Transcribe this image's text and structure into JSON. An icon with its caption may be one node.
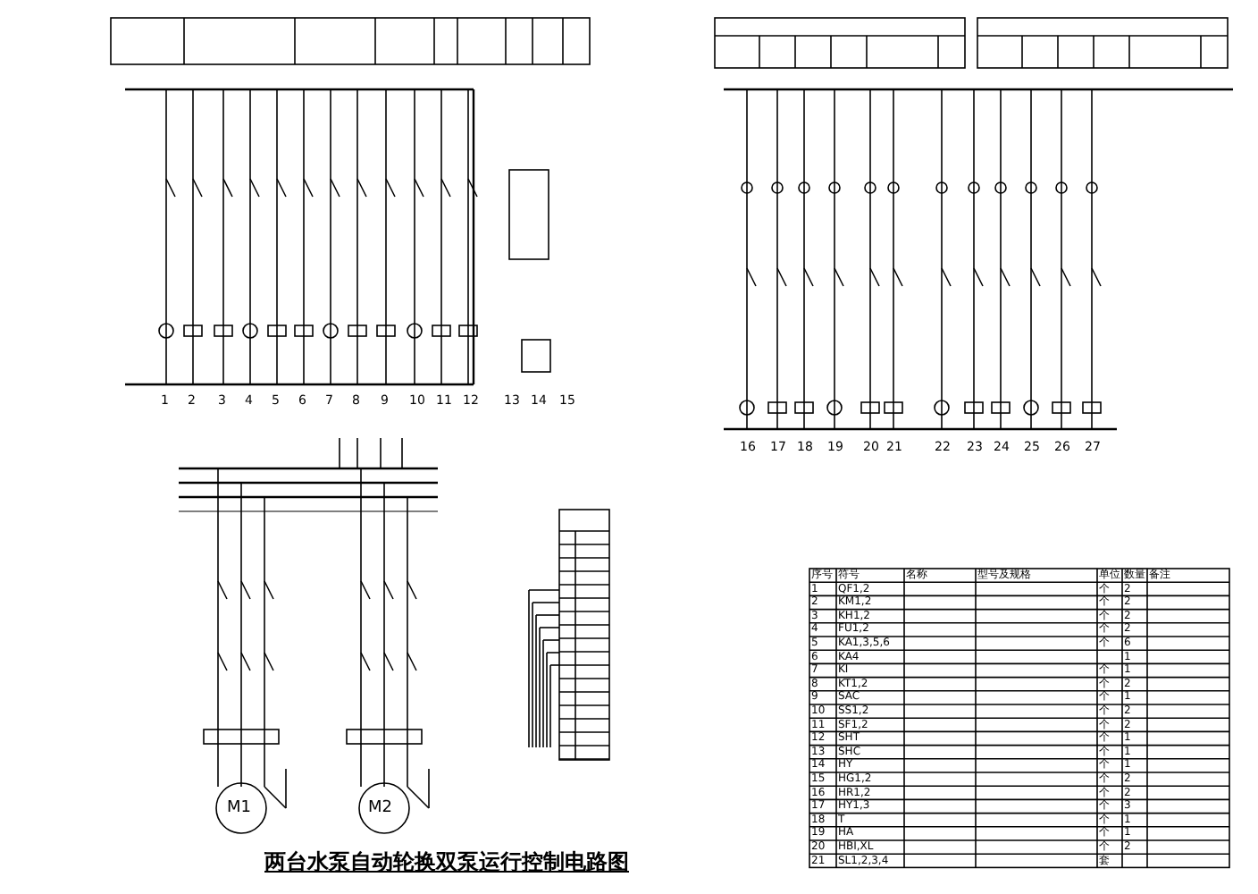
{
  "diagram": {
    "title": "两台水泵自动轮换双泵运行控制电路图",
    "labels": [
      "1",
      "2",
      "3",
      "4",
      "5",
      "6",
      "7",
      "8",
      "9",
      "10",
      "11",
      "12",
      "13",
      "14",
      "15",
      "16",
      "17",
      "18",
      "19",
      "20",
      "21",
      "22",
      "23",
      "24",
      "25",
      "26",
      "27",
      "M1",
      "M2",
      "序号",
      "符号",
      "名称",
      "型号及规格",
      "单位",
      "数量",
      "备注",
      "1",
      "QF1,2",
      "个",
      "2",
      "2",
      "KM1,2",
      "个",
      "2",
      "3",
      "KH1,2",
      "个",
      "2",
      "4",
      "FU1,2",
      "个",
      "2",
      "5",
      "KA1,3,5,6",
      "个",
      "6",
      "6",
      "KA4",
      "1",
      "7",
      "KI",
      "个",
      "1",
      "8",
      "KT1,2",
      "个",
      "2",
      "9",
      "SAC",
      "个",
      "1",
      "10",
      "SS1,2",
      "个",
      "2",
      "11",
      "SF1,2",
      "个",
      "2",
      "12",
      "SHT",
      "个",
      "1",
      "13",
      "SHC",
      "个",
      "1",
      "14",
      "HY",
      "个",
      "1",
      "15",
      "HG1,2",
      "个",
      "2",
      "16",
      "HR1,2",
      "个",
      "2",
      "17",
      "HY1,3",
      "个",
      "3",
      "18",
      "T",
      "个",
      "1",
      "19",
      "HA",
      "个",
      "1",
      "20",
      "HBI,XL",
      "个",
      "2",
      "21",
      "SL1,2,3,4",
      "套"
    ]
  }
}
